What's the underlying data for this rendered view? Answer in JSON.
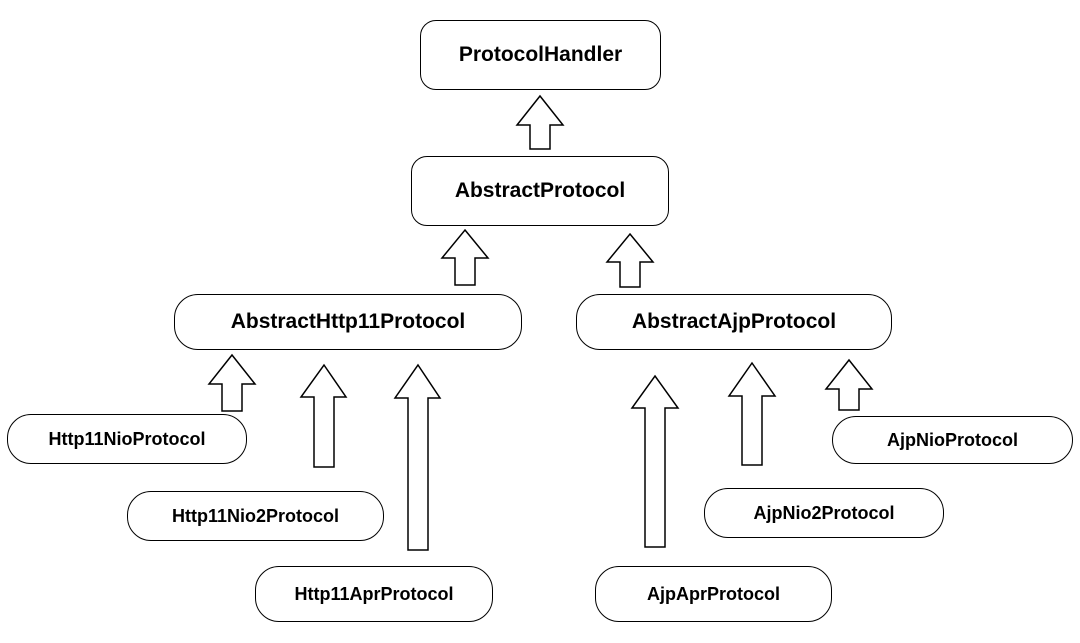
{
  "diagram": {
    "nodes": {
      "protocol_handler": "ProtocolHandler",
      "abstract_protocol": "AbstractProtocol",
      "abstract_http11_protocol": "AbstractHttp11Protocol",
      "abstract_ajp_protocol": "AbstractAjpProtocol",
      "http11_nio_protocol": "Http11NioProtocol",
      "http11_nio2_protocol": "Http11Nio2Protocol",
      "http11_apr_protocol": "Http11AprProtocol",
      "ajp_apr_protocol": "AjpAprProtocol",
      "ajp_nio2_protocol": "AjpNio2Protocol",
      "ajp_nio_protocol": "AjpNioProtocol"
    },
    "edges": [
      {
        "from": "AbstractProtocol",
        "to": "ProtocolHandler"
      },
      {
        "from": "AbstractHttp11Protocol",
        "to": "AbstractProtocol"
      },
      {
        "from": "AbstractAjpProtocol",
        "to": "AbstractProtocol"
      },
      {
        "from": "Http11NioProtocol",
        "to": "AbstractHttp11Protocol"
      },
      {
        "from": "Http11Nio2Protocol",
        "to": "AbstractHttp11Protocol"
      },
      {
        "from": "Http11AprProtocol",
        "to": "AbstractHttp11Protocol"
      },
      {
        "from": "AjpAprProtocol",
        "to": "AbstractAjpProtocol"
      },
      {
        "from": "AjpNio2Protocol",
        "to": "AbstractAjpProtocol"
      },
      {
        "from": "AjpNioProtocol",
        "to": "AbstractAjpProtocol"
      }
    ],
    "colors": {
      "stroke": "#000000",
      "fill": "#ffffff",
      "text": "#000000"
    }
  }
}
